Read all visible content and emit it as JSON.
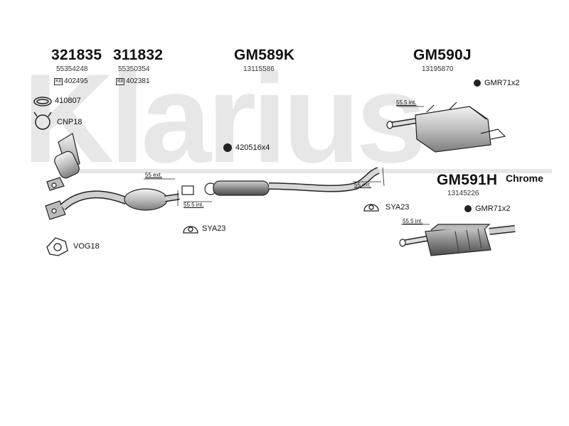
{
  "watermark": {
    "text": "Klarius"
  },
  "parts": {
    "p321835": {
      "number": "321835",
      "oem": "55354248",
      "kit_badge": "Kit",
      "kit": "402495"
    },
    "p311832": {
      "number": "311832",
      "oem": "55350354",
      "kit_badge": "Kit",
      "kit": "402381"
    },
    "gm589k": {
      "number": "GM589K",
      "oem": "13115586"
    },
    "gm590j": {
      "number": "GM590J",
      "oem": "13195870"
    },
    "gm591h": {
      "number": "GM591H",
      "oem": "13145226",
      "finish": "Chrome"
    }
  },
  "accessories": {
    "a410807": "410807",
    "cnp18": "CNP18",
    "vog18": "VOG18",
    "a420516": "420516x4",
    "sya23_mid": "SYA23",
    "sya23_right": "SYA23",
    "gmr71_top": "GMR71x2",
    "gmr71_bottom": "GMR71x2"
  },
  "dimensions": {
    "d55ext_left": "55 ext.",
    "d555int_mid": "55.5 int.",
    "d55ext_right": "55 ext.",
    "d555int_top": "55.5 int.",
    "d555int_bottom": "55.5 int."
  },
  "colors": {
    "watermark": "#e7e7e7",
    "line": "#222222",
    "part_fill": "#d6d6d6",
    "dark_fill": "#8a8a8a"
  }
}
